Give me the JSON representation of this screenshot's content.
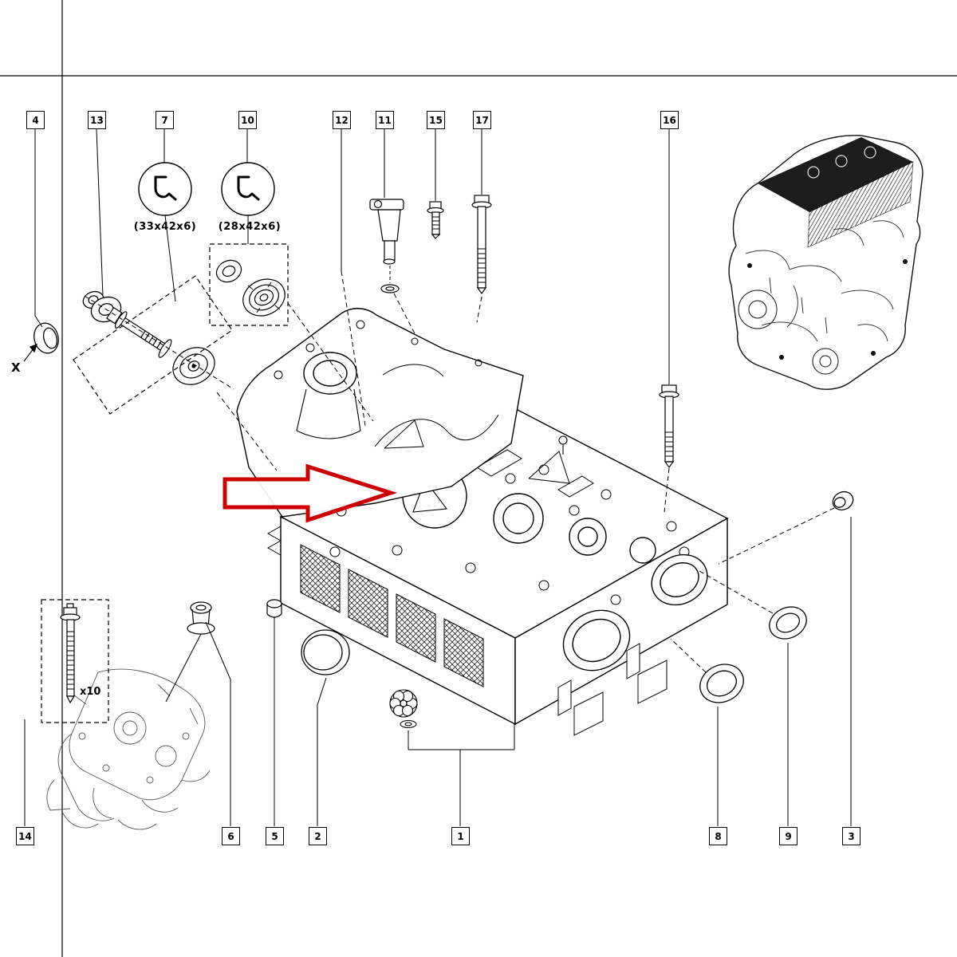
{
  "page": {
    "background": "#ffffff"
  },
  "callouts": {
    "top": [
      {
        "label": "4"
      },
      {
        "label": "13"
      },
      {
        "label": "7"
      },
      {
        "label": "10"
      },
      {
        "label": "12"
      },
      {
        "label": "11"
      },
      {
        "label": "15"
      },
      {
        "label": "17"
      },
      {
        "label": "16"
      }
    ],
    "bottom": [
      {
        "label": "14"
      },
      {
        "label": "6"
      },
      {
        "label": "5"
      },
      {
        "label": "2"
      },
      {
        "label": "1"
      },
      {
        "label": "8"
      },
      {
        "label": "9"
      },
      {
        "label": "3"
      }
    ]
  },
  "labels": {
    "seal_7_dimensions": "(33x42x6)",
    "seal_10_dimensions": "(28x42x6)",
    "bolt_quantity": "x10",
    "view_marker": "X"
  },
  "colors": {
    "line": "#000000",
    "secondary_line": "#555555",
    "highlight_arrow": "#cc0000"
  }
}
